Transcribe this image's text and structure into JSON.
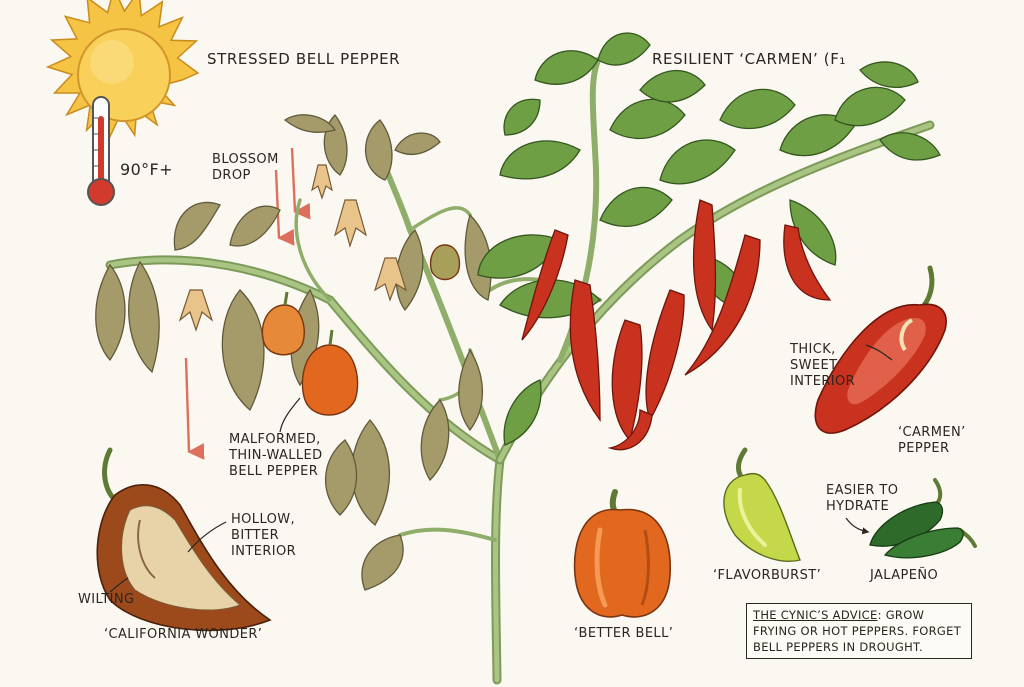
{
  "headers": {
    "left": "STRESSED BELL PEPPER",
    "right": "RESILIENT ‘CARMEN’ (F₁"
  },
  "temperature": "90°F+",
  "labels": {
    "blossom_drop": [
      "BLOSSOM",
      "DROP"
    ],
    "malformed": [
      "MALFORMED,",
      "THIN-WALLED",
      "BELL PEPPER"
    ],
    "hollow": [
      "HOLLOW,",
      "BITTER",
      "INTERIOR"
    ],
    "wilting": "WILTING",
    "california_wonder": "‘CALIFORNIA WONDER’",
    "better_bell": "‘BETTER BELL’",
    "flavorburst": "‘FLAVORBURST’",
    "easier": [
      "EASIER TO",
      "HYDRATE"
    ],
    "jalapeno": "JALAPEÑO",
    "thick_sweet": [
      "THICK,",
      "SWEET",
      "INTERIOR"
    ],
    "carmen_pepper": [
      "‘CARMEN’",
      "PEPPER"
    ]
  },
  "advice": {
    "title": "THE CYNIC’S ADVICE",
    "line1_rest": ": GROW",
    "line2": "FRYING OR HOT PEPPERS. FORGET",
    "line3": "BELL PEPPERS IN DROUGHT."
  },
  "icons": [
    "sun-icon",
    "thermometer-icon"
  ],
  "colors": {
    "stem": "#8fae6a",
    "healthy_leaf": "#6f9f45",
    "wilted_leaf": "#a59a6a",
    "red_pepper": "#c8321e",
    "orange_pepper": "#e2681f",
    "arrow": "#de6f5d",
    "sun": "#f6c445"
  }
}
